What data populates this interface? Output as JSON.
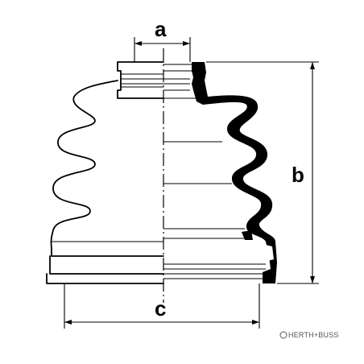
{
  "dimensions": {
    "a": "a",
    "b": "b",
    "c": "c"
  },
  "brand_text": "HERTH+BUSS",
  "colors": {
    "line": "#000000",
    "section_fill": "#000000",
    "background": "#ffffff",
    "brand": "#555555"
  }
}
